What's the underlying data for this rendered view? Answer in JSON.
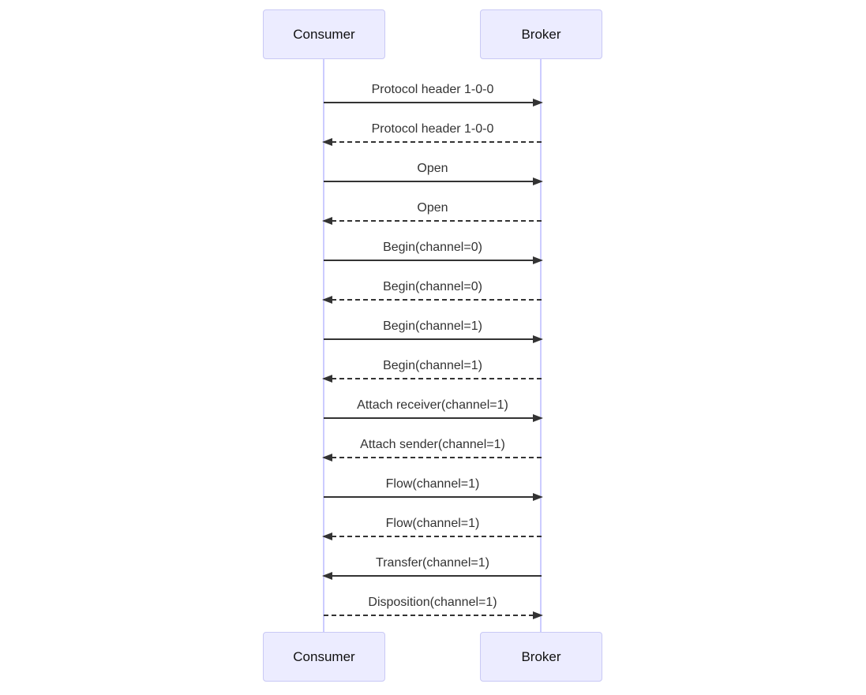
{
  "diagram": {
    "kind": "sequence-diagram",
    "actors": [
      {
        "name": "Consumer"
      },
      {
        "name": "Broker"
      }
    ],
    "messages": [
      {
        "from": "Consumer",
        "to": "Broker",
        "label": "Protocol header 1-0-0",
        "line": "solid",
        "direction": "right"
      },
      {
        "from": "Broker",
        "to": "Consumer",
        "label": "Protocol header 1-0-0",
        "line": "dashed",
        "direction": "left"
      },
      {
        "from": "Consumer",
        "to": "Broker",
        "label": "Open",
        "line": "solid",
        "direction": "right"
      },
      {
        "from": "Broker",
        "to": "Consumer",
        "label": "Open",
        "line": "dashed",
        "direction": "left"
      },
      {
        "from": "Consumer",
        "to": "Broker",
        "label": "Begin(channel=0)",
        "line": "solid",
        "direction": "right"
      },
      {
        "from": "Broker",
        "to": "Consumer",
        "label": "Begin(channel=0)",
        "line": "dashed",
        "direction": "left"
      },
      {
        "from": "Consumer",
        "to": "Broker",
        "label": "Begin(channel=1)",
        "line": "solid",
        "direction": "right"
      },
      {
        "from": "Broker",
        "to": "Consumer",
        "label": "Begin(channel=1)",
        "line": "dashed",
        "direction": "left"
      },
      {
        "from": "Consumer",
        "to": "Broker",
        "label": "Attach receiver(channel=1)",
        "line": "solid",
        "direction": "right"
      },
      {
        "from": "Broker",
        "to": "Consumer",
        "label": "Attach sender(channel=1)",
        "line": "dashed",
        "direction": "left"
      },
      {
        "from": "Consumer",
        "to": "Broker",
        "label": "Flow(channel=1)",
        "line": "solid",
        "direction": "right"
      },
      {
        "from": "Broker",
        "to": "Consumer",
        "label": "Flow(channel=1)",
        "line": "dashed",
        "direction": "left"
      },
      {
        "from": "Broker",
        "to": "Consumer",
        "label": "Transfer(channel=1)",
        "line": "solid",
        "direction": "left"
      },
      {
        "from": "Consumer",
        "to": "Broker",
        "label": "Disposition(channel=1)",
        "line": "dashed",
        "direction": "right"
      }
    ],
    "colors": {
      "actor_fill": "#ECECFF",
      "actor_border": "#c9c9f5",
      "lifeline": "#ccccff",
      "message_text": "#333333",
      "arrow": "#333333",
      "background": "#ffffff"
    }
  }
}
